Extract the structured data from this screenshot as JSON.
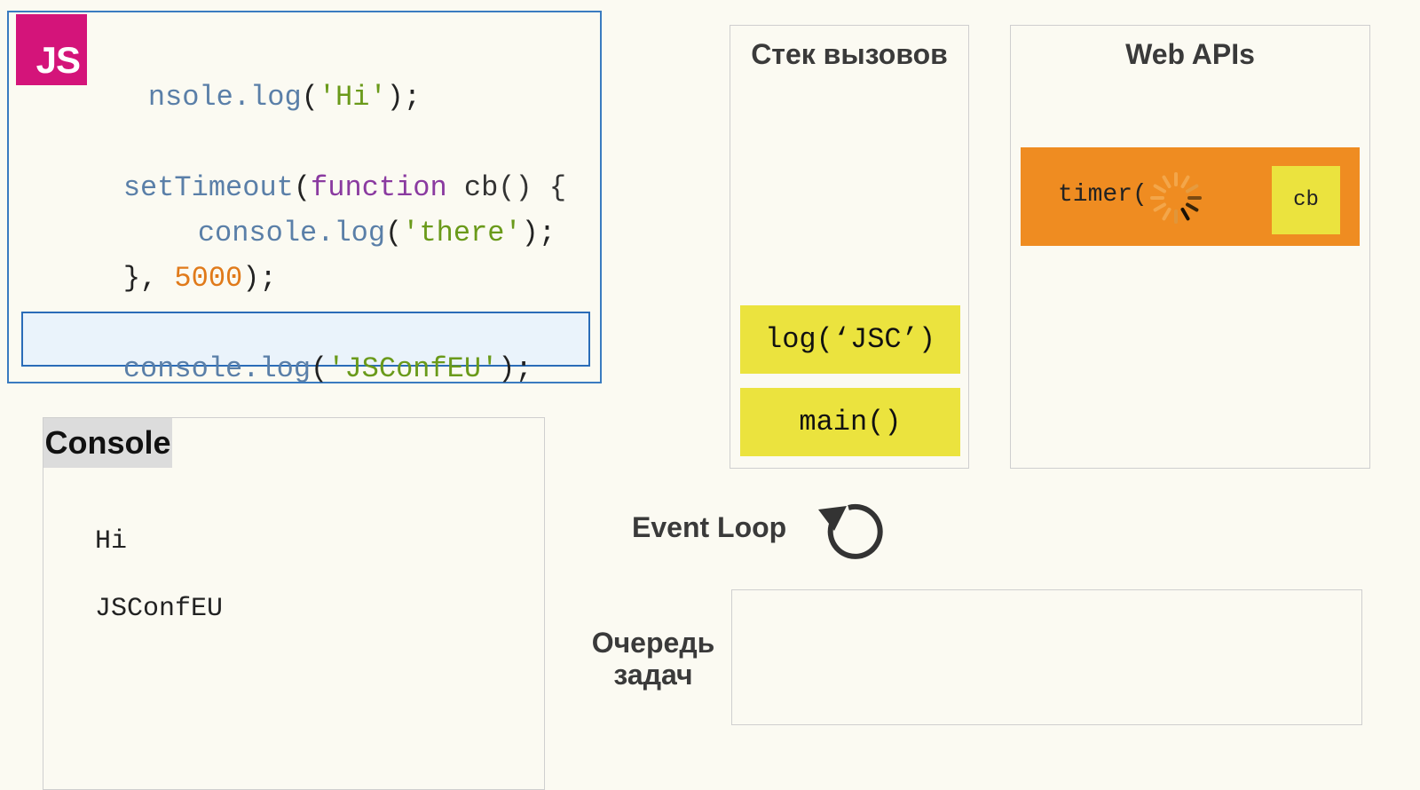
{
  "editor": {
    "logo": "JS",
    "line1": {
      "fn": "nsole.log",
      "open": "(",
      "str": "'Hi'",
      "close": ");"
    },
    "line2": {
      "fn": "setTimeout",
      "open": "(",
      "kw": "function",
      "rest": " cb() {"
    },
    "line3": {
      "fn": "console.log",
      "open": "(",
      "str": "'there'",
      "close": ");"
    },
    "line4": {
      "a": "}, ",
      "num": "5000",
      "b": ");"
    },
    "line5": {
      "fn": "console.log",
      "open": "(",
      "str": "'JSConfEU'",
      "close": ");"
    }
  },
  "console": {
    "title": "Console",
    "lines": [
      "Hi",
      "JSConfEU"
    ]
  },
  "call_stack": {
    "title": "Стек вызовов",
    "frames": [
      "log(‘JSC’)",
      "main()"
    ]
  },
  "web_apis": {
    "title": "Web APIs",
    "timer_label": "timer(",
    "callback": "cb"
  },
  "event_loop": {
    "label": "Event Loop"
  },
  "task_queue": {
    "label_line1": "Очередь",
    "label_line2": "задач"
  },
  "colors": {
    "js_logo": "#d4147a",
    "editor_border": "#3a7bc0",
    "stack_frame": "#ebe33e",
    "timer": "#ef8c21"
  }
}
